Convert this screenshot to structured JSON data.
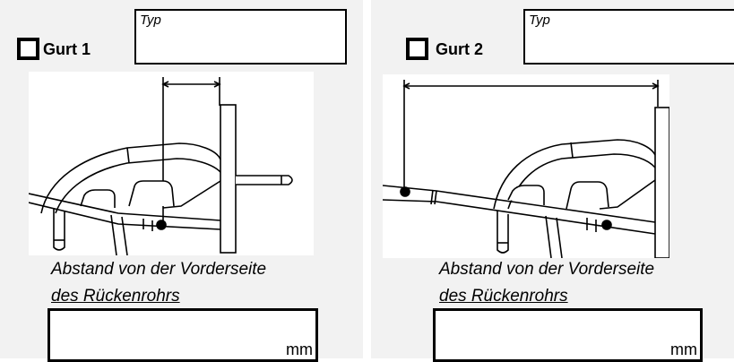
{
  "forms": [
    {
      "checkbox_checked": false,
      "title": "Gurt 1",
      "typ_label": "Typ",
      "caption_line1": "Abstand von der Vorderseite",
      "caption_line2": "des Rückenrohrs",
      "unit": "mm"
    },
    {
      "checkbox_checked": false,
      "title": "Gurt 2",
      "typ_label": "Typ",
      "caption_line1": "Abstand von der Vorderseite",
      "caption_line2": "des Rückenrohrs",
      "unit": "mm"
    }
  ],
  "colors": {
    "panel_background": "#f2f2f2",
    "line": "#000000"
  }
}
